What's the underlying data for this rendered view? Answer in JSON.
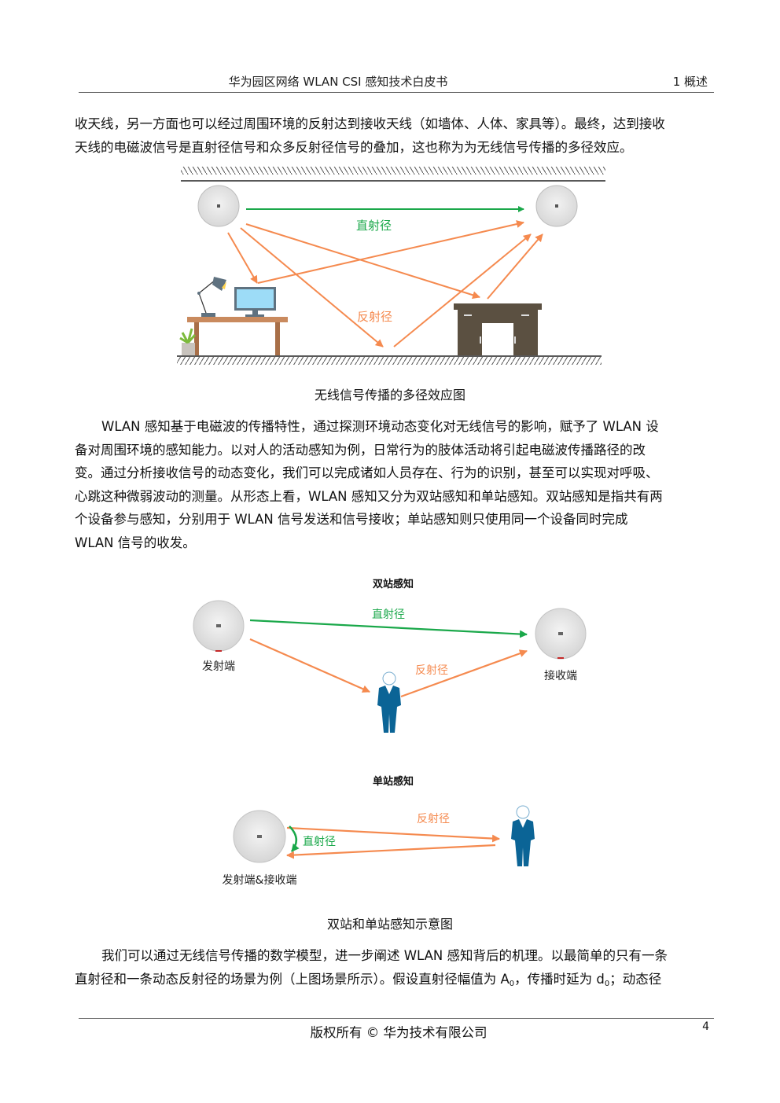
{
  "header": {
    "title": "华为园区网络 WLAN CSI 感知技术白皮书",
    "chapter": "1  概述"
  },
  "paragraph1": {
    "lines": [
      "收天线，另一方面也可以经过周围环境的反射达到接收天线（如墙体、人体、家具等）。最终，达到接收",
      "天线的电磁波信号是直射径信号和众多反射径信号的叠加，这也称为为无线信号传播的多径效应。"
    ]
  },
  "figure1": {
    "direct_label": "直射径",
    "reflect_label": "反射径",
    "caption": "无线信号传播的多径效应图"
  },
  "paragraph2": {
    "lines": [
      "WLAN 感知基于电磁波的传播特性，通过探测环境动态变化对无线信号的影响，赋予了 WLAN 设",
      "备对周围环境的感知能力。以对人的活动感知为例，日常行为的肢体活动将引起电磁波传播路径的改",
      "变。通过分析接收信号的动态变化，我们可以完成诸如人员存在、行为的识别，甚至可以实现对呼吸、",
      "心跳这种微弱波动的测量。从形态上看，WLAN 感知又分为双站感知和单站感知。双站感知是指共有两",
      "个设备参与感知，分别用于 WLAN 信号发送和信号接收；单站感知则只使用同一个设备同时完成",
      "WLAN 信号的收发。"
    ]
  },
  "figure2": {
    "bistatic": {
      "title": "双站感知",
      "direct_label": "直射径",
      "reflect_label": "反射径",
      "tx_label": "发射端",
      "rx_label": "接收端"
    },
    "monostatic": {
      "title": "单站感知",
      "direct_label": "直射径",
      "reflect_label": "反射径",
      "txrx_label": "发射端&接收端"
    },
    "caption": "双站和单站感知示意图"
  },
  "paragraph3": {
    "line1": "我们可以通过无线信号传播的数学模型，进一步阐述 WLAN 感知背后的机理。以最简单的只有一条",
    "line2_a": "直射径和一条动态反射径的场景为例（上图场景所示）。假设直射径幅值为 A",
    "line2_sub1": "0",
    "line2_b": "，传播时延为 d",
    "line2_sub2": "0",
    "line2_c": "；动态径"
  },
  "footer": {
    "copyright": "版权所有 © 华为技术有限公司",
    "page_number": "4"
  },
  "colors": {
    "direct": "#1aa84a",
    "reflect": "#f58a4f",
    "person": "#0b6496",
    "desk_dark": "#5b5041",
    "table_wood": "#c98a5e",
    "monitor": "#9ddcf7"
  }
}
